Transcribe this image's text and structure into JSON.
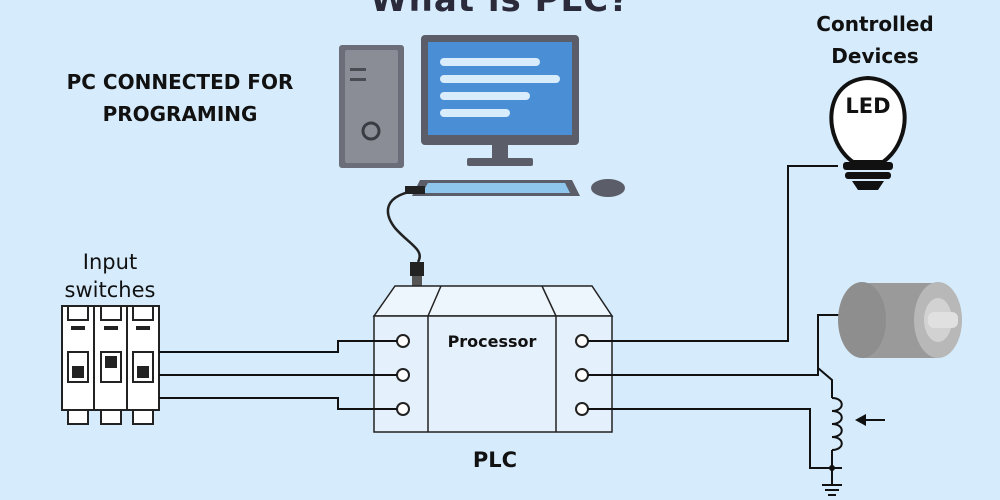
{
  "title": "What is PLC?",
  "labels": {
    "pc": "PC CONNECTED FOR PROGRAMING",
    "controlled": "Controlled Devices",
    "input": "Input switches",
    "processor": "Processor",
    "plc": "PLC",
    "led": "LED"
  },
  "colors": {
    "background": "#d6ebfb",
    "wire": "#111111",
    "screen": "#4a8fd6",
    "tower": "#6b6e78",
    "motor": "#9a9a9a",
    "plc_body": "#e4f0fb"
  }
}
